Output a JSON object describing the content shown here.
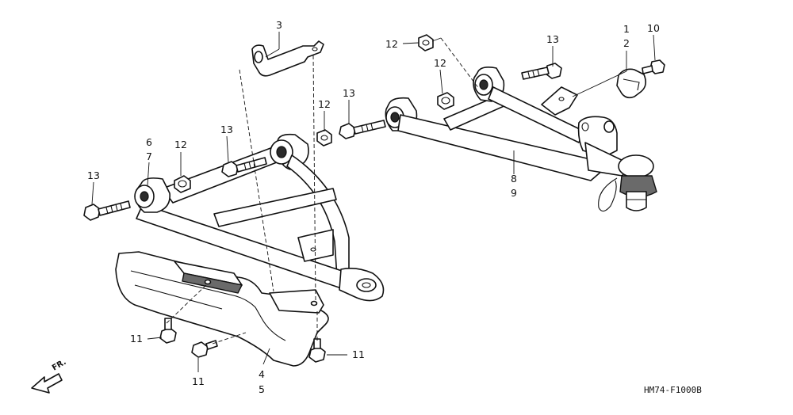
{
  "diagram_code": "HM74-F1000B",
  "front_indicator": "FR.",
  "callouts": {
    "c1": "1",
    "c2": "2",
    "c3": "3",
    "c4": "4",
    "c5": "5",
    "c6": "6",
    "c7": "7",
    "c8": "8",
    "c9": "9",
    "c10": "10",
    "c11": "11",
    "c12": "12",
    "c13": "13"
  }
}
